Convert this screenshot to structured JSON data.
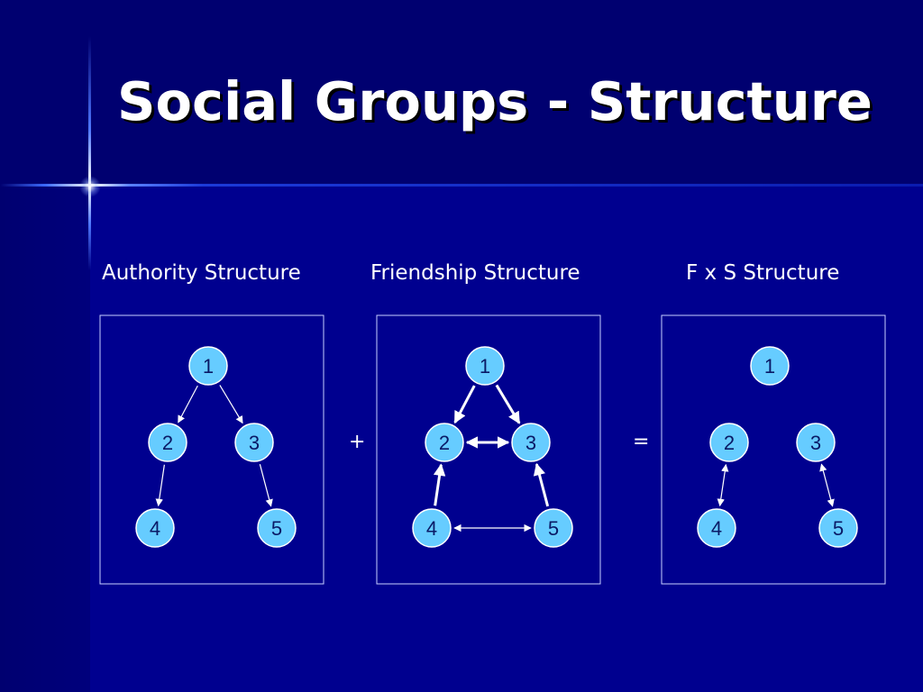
{
  "slide": {
    "title": "Social Groups - Structure"
  },
  "operators": {
    "plus": "+",
    "equals": "="
  },
  "colors": {
    "background": "#00008f",
    "node_fill": "#66ccff",
    "node_text": "#0a1a66",
    "edge": "#ffffff"
  },
  "diagrams": [
    {
      "id": "authority",
      "label": "Authority Structure",
      "nodes": [
        "1",
        "2",
        "3",
        "4",
        "5"
      ],
      "edges": [
        {
          "from": "1",
          "to": "2",
          "direction": "to",
          "weight": "thin"
        },
        {
          "from": "1",
          "to": "3",
          "direction": "to",
          "weight": "thin"
        },
        {
          "from": "2",
          "to": "4",
          "direction": "to",
          "weight": "thin"
        },
        {
          "from": "3",
          "to": "5",
          "direction": "to",
          "weight": "thin"
        }
      ]
    },
    {
      "id": "friendship",
      "label": "Friendship Structure",
      "nodes": [
        "1",
        "2",
        "3",
        "4",
        "5"
      ],
      "edges": [
        {
          "from": "1",
          "to": "2",
          "direction": "to",
          "weight": "thick"
        },
        {
          "from": "1",
          "to": "3",
          "direction": "to",
          "weight": "thick"
        },
        {
          "from": "2",
          "to": "3",
          "direction": "both",
          "weight": "thick"
        },
        {
          "from": "4",
          "to": "2",
          "direction": "to",
          "weight": "thick"
        },
        {
          "from": "5",
          "to": "3",
          "direction": "to",
          "weight": "thick"
        },
        {
          "from": "4",
          "to": "5",
          "direction": "both",
          "weight": "thin"
        }
      ]
    },
    {
      "id": "fxs",
      "label": "F x S Structure",
      "nodes": [
        "1",
        "2",
        "3",
        "4",
        "5"
      ],
      "edges": [
        {
          "from": "2",
          "to": "4",
          "direction": "both",
          "weight": "thin"
        },
        {
          "from": "3",
          "to": "5",
          "direction": "both",
          "weight": "thin"
        }
      ]
    }
  ]
}
